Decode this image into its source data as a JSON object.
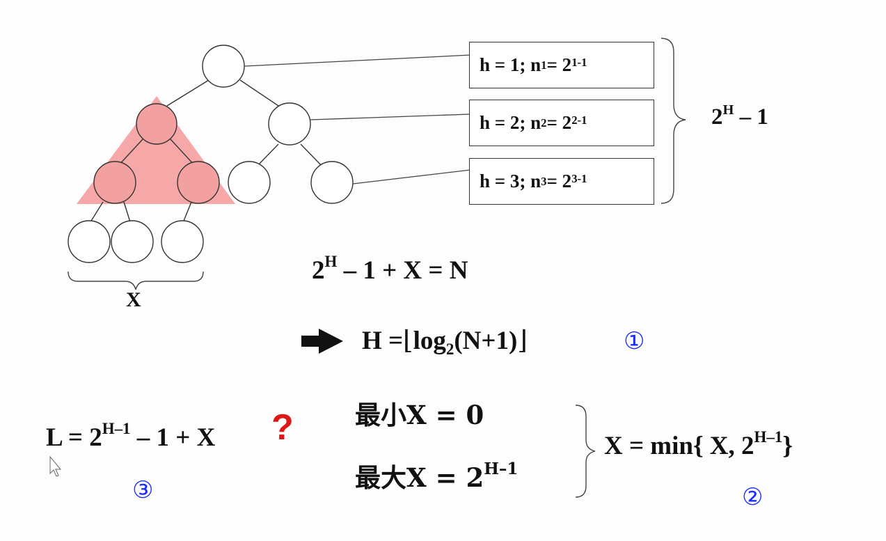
{
  "colors": {
    "highlight_triangle": "#f5a3a3",
    "circled_numbers": "#1a2cff",
    "question_mark": "#e01616"
  },
  "levels": [
    {
      "h": "h = 1; n",
      "sub": "1",
      "rhs": " = 2",
      "sup": "1-1"
    },
    {
      "h": "h = 2; n",
      "sub": "2",
      "rhs": " = 2",
      "sup": "2-1"
    },
    {
      "h": "h = 3; n",
      "sub": "3",
      "rhs": " = 2",
      "sup": "3-1"
    }
  ],
  "brace_result": {
    "base": "2",
    "sup": "H",
    "tail": " – 1"
  },
  "x_label": "X",
  "eq_total": {
    "base": "2",
    "sup": "H",
    "tail": " – 1 + X = N"
  },
  "eq_height": {
    "lhs": "H =",
    "floor_open": "⌊",
    "log": "log",
    "log_sub": "2",
    "arg": "(N+1)",
    "floor_close": "⌋",
    "marker": "①"
  },
  "eq_leaves": {
    "lhs": "L = 2",
    "sup": "H–1",
    "tail": " – 1 + X",
    "question": "?",
    "marker": "③"
  },
  "x_min": "最小X = 0",
  "x_max": {
    "text": "最大X =  2",
    "sup": "H–1"
  },
  "eq_x": {
    "text": "X =  min{ X, 2",
    "sup": "H–1",
    "close": "}",
    "marker": "②"
  },
  "cursor_icon": "mouse-pointer-icon"
}
